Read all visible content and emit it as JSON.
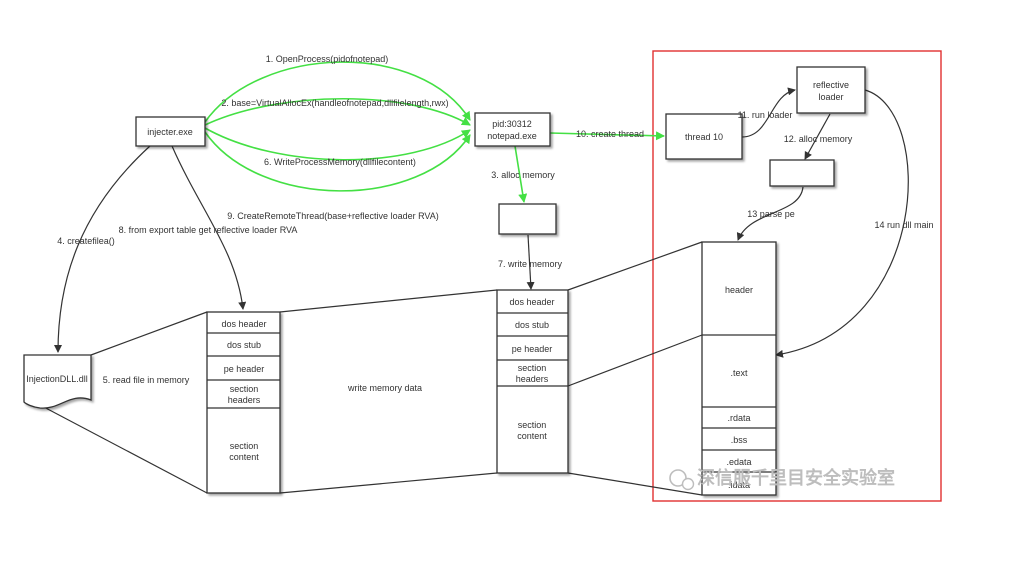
{
  "colors": {
    "green_edge": "#44e044",
    "dark_edge": "#333333",
    "frame": "#e03030"
  },
  "nodes": {
    "injecter": "injecter.exe",
    "notepad_line1": "pid:30312",
    "notepad_line2": "notepad.exe",
    "thread": "thread 10",
    "loader_line1": "reflective",
    "loader_line2": "loader",
    "dll": "InjectionDLL.dll"
  },
  "edges": {
    "e1": "1. OpenProcess(pidofnotepad)",
    "e2": "2. base=VirtualAllocEx(handleofnotepad,dllfilelength,rwx)",
    "e3": "3. alloc memory",
    "e4": "4. createfilea()",
    "e5": "5. read file in memory",
    "e6": "6. WriteProcessMemory(dllfilecontent)",
    "e7": "7. write memory",
    "e8": "8. from export table get reflective loader RVA",
    "e9": "9. CreateRemoteThread(base+reflective loader RVA)",
    "e10": "10. create thread",
    "e11": "11. run loader",
    "e12": "12. alloc memory",
    "e13": "13 parse pe",
    "e14": "14 run dll main",
    "write_data": "write memory  data"
  },
  "pe_file": {
    "dos_header": "dos header",
    "dos_stub": "dos stub",
    "pe_header": "pe header",
    "section_headers_1": "section",
    "section_headers_2": "headers",
    "section_content_1": "section",
    "section_content_2": "content"
  },
  "pe_mem": {
    "dos_header": "dos header",
    "dos_stub": "dos stub",
    "pe_header": "pe header",
    "section_headers_1": "section",
    "section_headers_2": "headers",
    "section_content_1": "section",
    "section_content_2": "content"
  },
  "image": {
    "header": "header",
    "text": ".text",
    "rdata": ".rdata",
    "bss": ".bss",
    "edata": ".edata",
    "idata": ".idata"
  },
  "watermark": "深信服千里目安全实验室"
}
